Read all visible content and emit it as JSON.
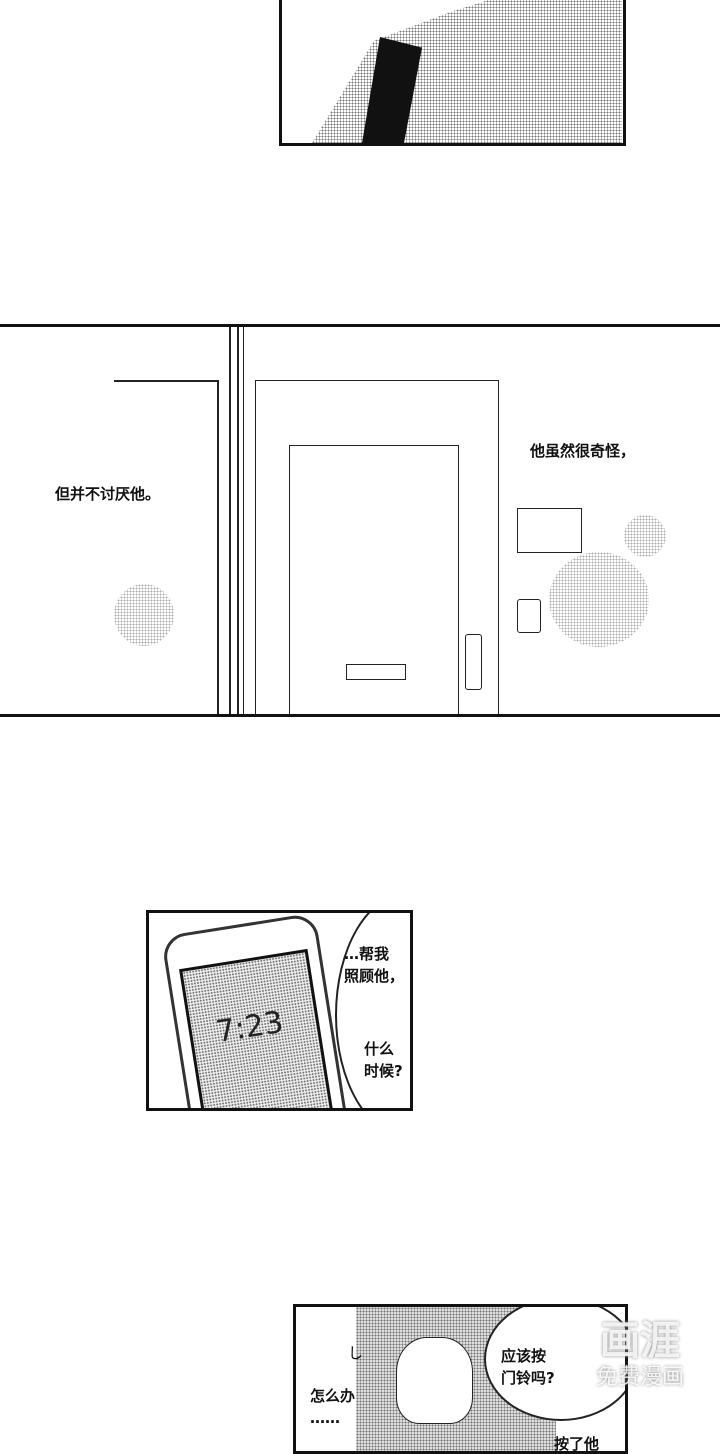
{
  "panels": {
    "door": {
      "caption_right": "他虽然很奇怪，",
      "caption_left": "但并不讨厌他。"
    },
    "phone": {
      "clock": "7:23",
      "speech_1": "…帮我\n照顾他，",
      "speech_2": "什么\n时候?"
    },
    "hallway": {
      "speech_left": "怎么办\n……",
      "speech_right": "应该按\n门铃吗?",
      "speech_bottom": "按了他",
      "sfx": "し"
    }
  },
  "watermark": {
    "logo_text": "画涯",
    "sub_text": "免费漫画"
  }
}
